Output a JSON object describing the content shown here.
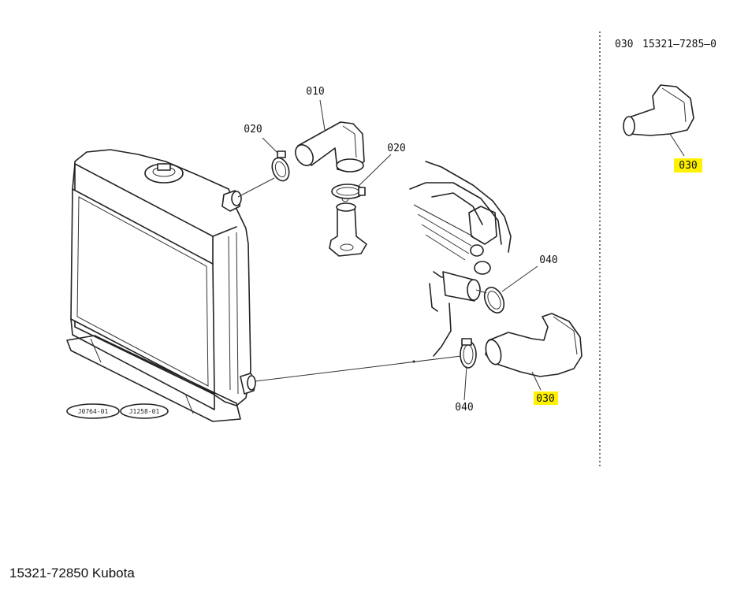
{
  "labels": {
    "hose_upper": "010",
    "clamp_upper_left": "020",
    "clamp_upper_right": "020",
    "clamp_lower_right": "040",
    "clamp_lower_left": "040",
    "hose_lower": "030",
    "alt_hose_label": "030",
    "alt_header_callout": "030",
    "alt_header_partno": "15321—7285—0"
  },
  "refs": {
    "ref1": "J0764-01",
    "ref2": "J1258-01"
  },
  "caption": "15321-72850 Kubota",
  "colors": {
    "highlight": "#fff200"
  }
}
